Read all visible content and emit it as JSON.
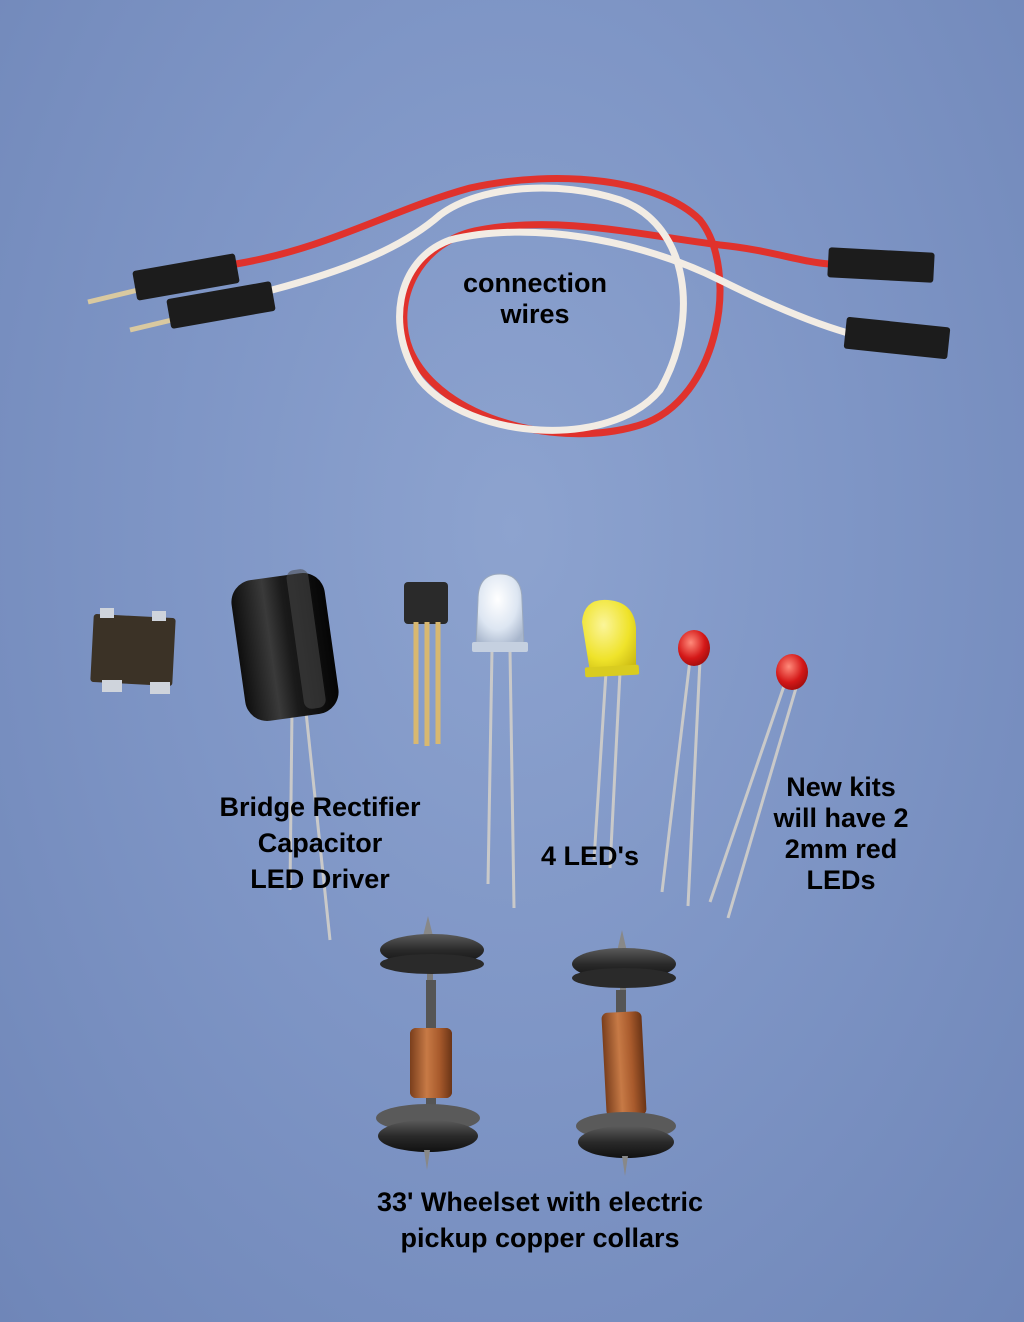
{
  "labels": {
    "wires": [
      "connection",
      "wires"
    ],
    "driver": [
      "Bridge Rectifier",
      "Capacitor",
      "LED Driver"
    ],
    "leds": [
      "4  LED's"
    ],
    "newkits": [
      "New kits",
      "will have 2",
      "2mm red",
      "LEDs"
    ],
    "wheelset": [
      "33' Wheelset with electric",
      "pickup copper collars"
    ]
  },
  "colors": {
    "background": "#7f96c6",
    "wire_red": "#e0322c",
    "wire_white": "#f2ece4",
    "connector": "#1c1c1c",
    "copper": "#b56a3a",
    "led_yellow": "#efe32a",
    "led_red": "#d41818"
  }
}
